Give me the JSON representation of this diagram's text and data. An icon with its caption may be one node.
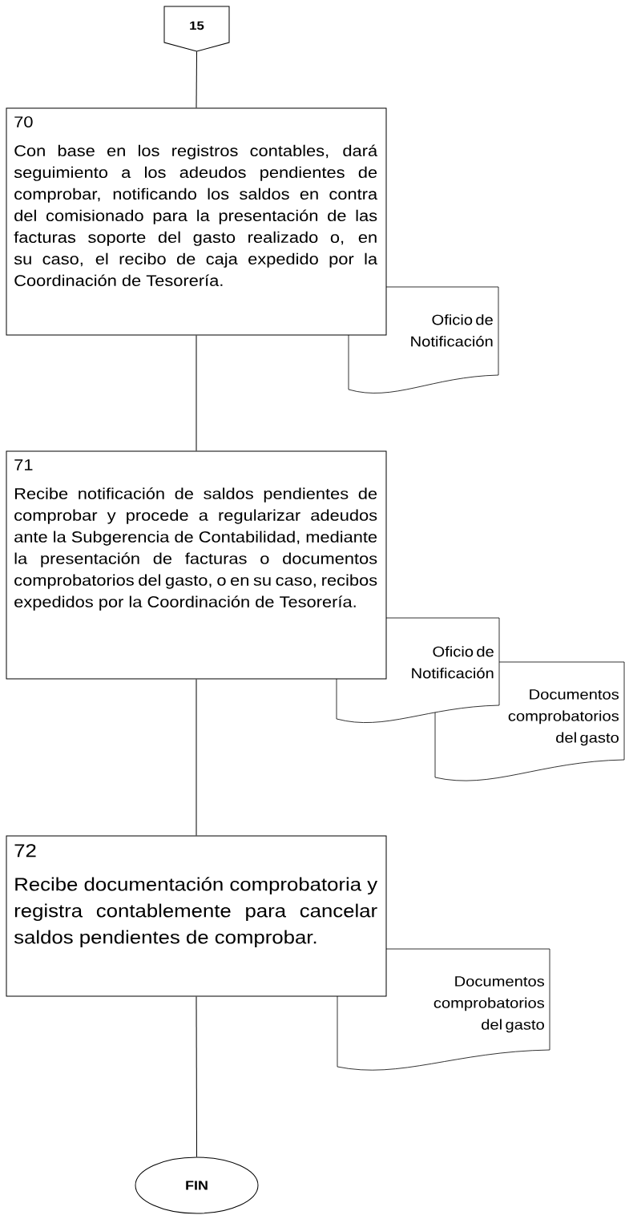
{
  "diagram": {
    "nodes": [
      {
        "text": [
          "15"
        ]
      },
      {
        "text": [
          "70",
          "Con base en los registros contables, dará seguimiento a los adeudos pendientes de comprobar, notificando los saldos en contra del comisionado para la presentación de las facturas soporte del gasto realizado o, en su caso, el recibo de caja expedido por la Coordinación de Tesorería."
        ]
      },
      {
        "text": [
          "Oficio de Notificación"
        ]
      },
      {
        "text": [
          "71",
          "Recibe notificación de saldos pendientes de comprobar y procede a regularizar adeudos ante la Subgerencia de Contabilidad, mediante la presentación de facturas o documentos comprobatorios del gasto, o en su caso, recibos expedidos por la Coordinación de Tesorería."
        ]
      },
      {
        "text": [
          "Oficio de Notificación"
        ]
      },
      {
        "text": [
          "Documentos comprobatorios del gasto"
        ]
      },
      {
        "text": [
          "72",
          "Recibe documentación comprobatoria y registra contablemente para cancelar saldos pendientes de comprobar."
        ]
      },
      {
        "text": [
          "Documentos comprobatorios del gasto"
        ]
      },
      {
        "text": [
          "FIN"
        ]
      }
    ],
    "edges": [
      {
        "from": 0,
        "to": 1,
        "arrow": "none"
      },
      {
        "from": 1,
        "to": 3,
        "arrow": "none"
      },
      {
        "from": 3,
        "to": 6,
        "arrow": "none"
      },
      {
        "from": 6,
        "to": 8,
        "arrow": "none"
      }
    ]
  }
}
